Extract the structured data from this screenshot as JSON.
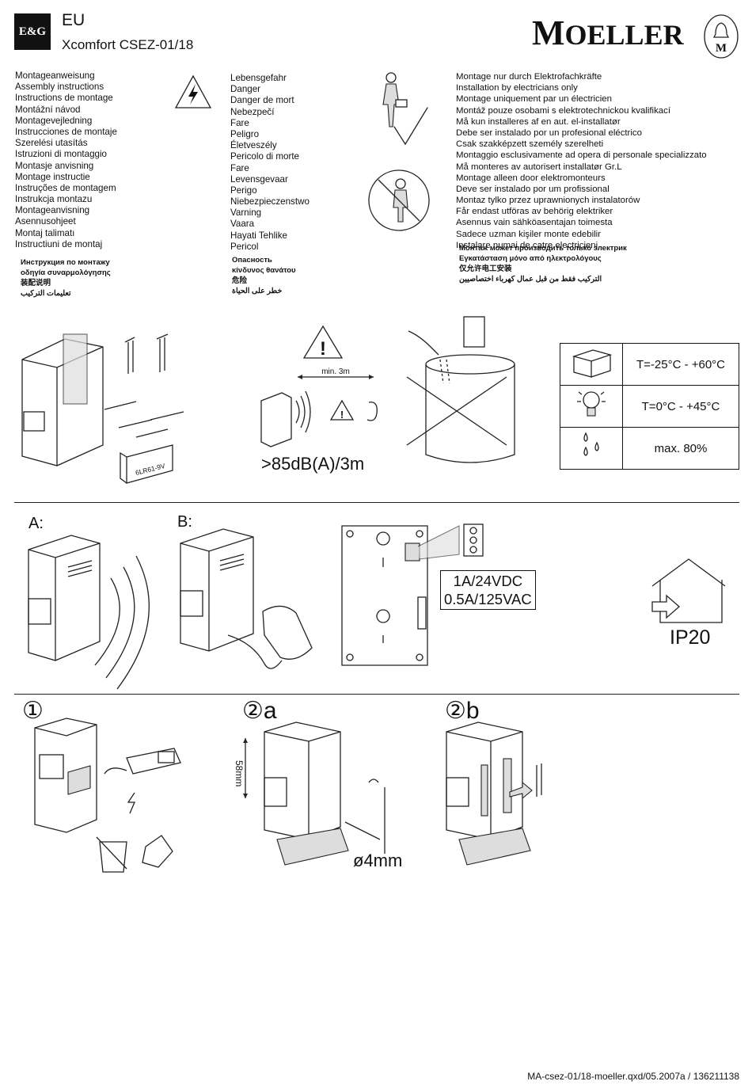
{
  "header": {
    "logo_text": "E&G",
    "region": "EU",
    "product": "Xcomfort CSEZ-01/18",
    "brand_first": "M",
    "brand_rest": "OELLER",
    "seal_letter": "M"
  },
  "col_assembly": {
    "latin": [
      "Montageanweisung",
      "Assembly instructions",
      "Instructions de montage",
      "Montážní návod",
      "Montagevejledning",
      "Instrucciones de montaje",
      "Szerelési utasítás",
      "Istruzioni di montaggio",
      "Montasje anvisning",
      "Montage instructie",
      "Instruções de montagem",
      "Instrukcja montazu",
      "Montageanvisning",
      "Asennusohjeet",
      "Montaj talimatı",
      "Instructiuni de montaj"
    ],
    "other": [
      "Инструкция по монтажу",
      "οδηγία συναρμολόγησης",
      "装配说明",
      "تعليمات التركيب"
    ]
  },
  "col_danger": {
    "latin": [
      "Lebensgefahr",
      "Danger",
      "Danger de mort",
      "Nebezpečí",
      "Fare",
      "Peligro",
      "Életveszély",
      "Pericolo di morte",
      "Fare",
      "Levensgevaar",
      "Perigo",
      "Niebezpieczenstwo",
      "Varning",
      "Vaara",
      "Hayati Tehlike",
      "Pericol"
    ],
    "other": [
      "Опасность",
      "κίνδυνος θανάτου",
      "危险",
      "خطر على الحياة"
    ]
  },
  "col_electrician": {
    "latin": [
      "Montage nur durch Elektrofachkräfte",
      "Installation by electricians only",
      "Montage uniquement par un électricien",
      "Montáž pouze osobami s elektrotechnickou kvalifikací",
      "Må kun installeres af en aut. el-installatør",
      "Debe ser instalado por un profesional eléctrico",
      "Csak szakképzett személy szerelheti",
      "Montaggio esclusivamente ad opera di personale specializzato",
      "Må monteres av autorisert installatør Gr.L",
      "Montage alleen door elektromonteurs",
      "Deve ser instalado por um profissional",
      "Montaz tylko przez uprawnionych instalatorów",
      "Får endast utföras av behörig elektriker",
      "Asennus vain sähköasentajan toimesta",
      "Sadece uzman kişiler monte edebilir",
      "Instalare numai de catre electricieni"
    ],
    "other": [
      "Монтаж может производить только электрик",
      "Εγκατάσταση μόνο από ηλεκτρολόγους",
      "仅允许电工安装",
      "التركيب فقط من قبل عمال كهرباء اختصاصيين"
    ]
  },
  "section2": {
    "battery_label": "6LR61-9V",
    "distance_label": "min. 3m",
    "loudness": ">85dB(A)/3m",
    "env": [
      {
        "icon": "box-temperature-icon",
        "value": "T=-25°C - +60°C"
      },
      {
        "icon": "bulb-temperature-icon",
        "value": "T=0°C - +45°C"
      },
      {
        "icon": "humidity-drops-icon",
        "value": "max. 80%"
      }
    ]
  },
  "section3": {
    "variant_a": "A:",
    "variant_b": "B:",
    "rating_1": "1A/24VDC",
    "rating_2": "0.5A/125VAC",
    "protection": "IP20"
  },
  "section4": {
    "step1": "①",
    "step2a": "②a",
    "step2b": "②b",
    "dim_label": "58mm",
    "drill_label": "ø4mm"
  },
  "footer": "MA-csez-01/18-moeller.qxd/05.2007a / 136211138"
}
